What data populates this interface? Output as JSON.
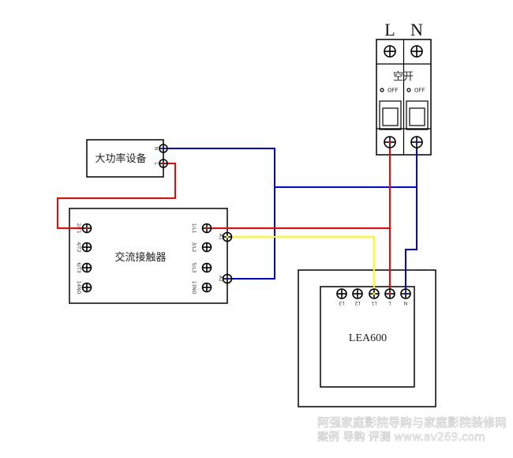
{
  "diagram": {
    "colors": {
      "live": "#ff0000",
      "neutral": "#0000ff",
      "control": "#ffff00",
      "outline": "#000000"
    },
    "breaker": {
      "name": "空开",
      "pole_l_label": "L",
      "pole_n_label": "N",
      "off_label_l": "OFF",
      "off_label_n": "OFF"
    },
    "device": {
      "name": "大功率设备",
      "terminal_n": "N",
      "terminal_l": "L"
    },
    "contactor": {
      "name": "交流接触器",
      "left_terminals": [
        "2/T1",
        "4/T2",
        "6/T3",
        "14NO"
      ],
      "right_terminals": [
        "1/L1",
        "3/L2",
        "5/L3",
        "13NO"
      ],
      "coil_terminals": [
        "A1",
        "A2"
      ]
    },
    "controller": {
      "name": "LEA600",
      "terminals": [
        "L3",
        "L2",
        "L1",
        "L",
        "N"
      ]
    },
    "watermark": {
      "line1": "阿强家庭影院导购与家庭影院装修网",
      "line2": "案例 导购 评测 www.av269.com"
    }
  }
}
